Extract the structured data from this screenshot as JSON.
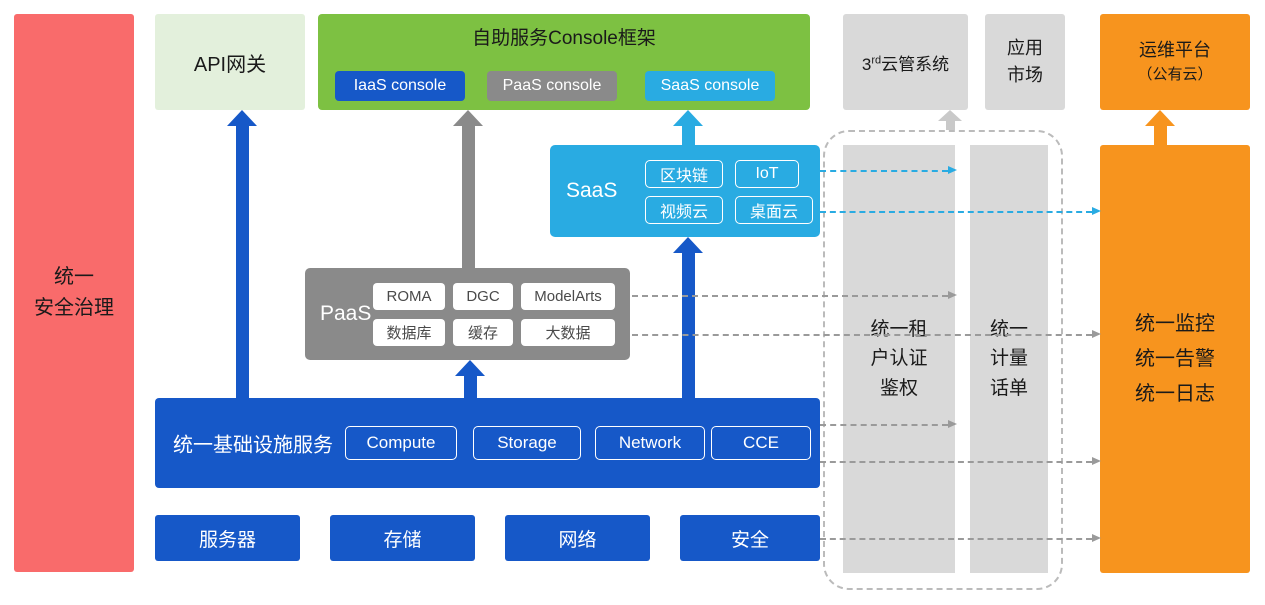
{
  "palette": {
    "red": "#F96B6B",
    "pale_green": "#E3F0DC",
    "green": "#7DC142",
    "blue": "#1658C8",
    "cyan": "#29ABE2",
    "mid_gray": "#8A8A8A",
    "light_gray": "#D9D9D9",
    "orange": "#F7941E"
  },
  "security_bar": {
    "lines": [
      "统一",
      "安全治理"
    ]
  },
  "api_gateway": {
    "label": "API网关"
  },
  "console_frame": {
    "title": "自助服务Console框架",
    "consoles": [
      {
        "label": "IaaS console"
      },
      {
        "label": "PaaS console"
      },
      {
        "label": "SaaS console"
      }
    ]
  },
  "third_cloud": {
    "base": "3",
    "sup": "rd",
    "rest": "云管系统"
  },
  "app_market": {
    "lines": [
      "应用",
      "市场"
    ]
  },
  "om_platform": {
    "lines": [
      "运维平台",
      "（公有云）"
    ]
  },
  "saas": {
    "label": "SaaS",
    "items": [
      "区块链",
      "IoT",
      "视频云",
      "桌面云"
    ]
  },
  "paas": {
    "label": "PaaS",
    "items": [
      "ROMA",
      "DGC",
      "ModelArts",
      "数据库",
      "缓存",
      "大数据"
    ]
  },
  "infra": {
    "label": "统一基础设施服务",
    "items": [
      "Compute",
      "Storage",
      "Network",
      "CCE"
    ]
  },
  "resources": [
    "服务器",
    "存储",
    "网络",
    "安全"
  ],
  "auth_column": {
    "lines": [
      "统一租",
      "户认证",
      "鉴权"
    ]
  },
  "metering_column": {
    "lines": [
      "统一",
      "计量",
      "话单"
    ]
  },
  "monitoring": {
    "lines": [
      "统一监控",
      "统一告警",
      "统一日志"
    ]
  }
}
